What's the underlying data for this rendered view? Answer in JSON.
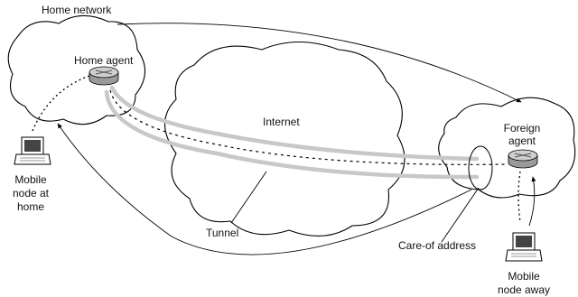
{
  "labels": {
    "home_network": "Home network",
    "home_agent": "Home agent",
    "internet": "Internet",
    "foreign_agent_line1": "Foreign",
    "foreign_agent_line2": "agent",
    "mobile_home_line1": "Mobile",
    "mobile_home_line2": "node at",
    "mobile_home_line3": "home",
    "tunnel": "Tunnel",
    "care_of_address": "Care-of address",
    "mobile_away_line1": "Mobile",
    "mobile_away_line2": "node away"
  }
}
